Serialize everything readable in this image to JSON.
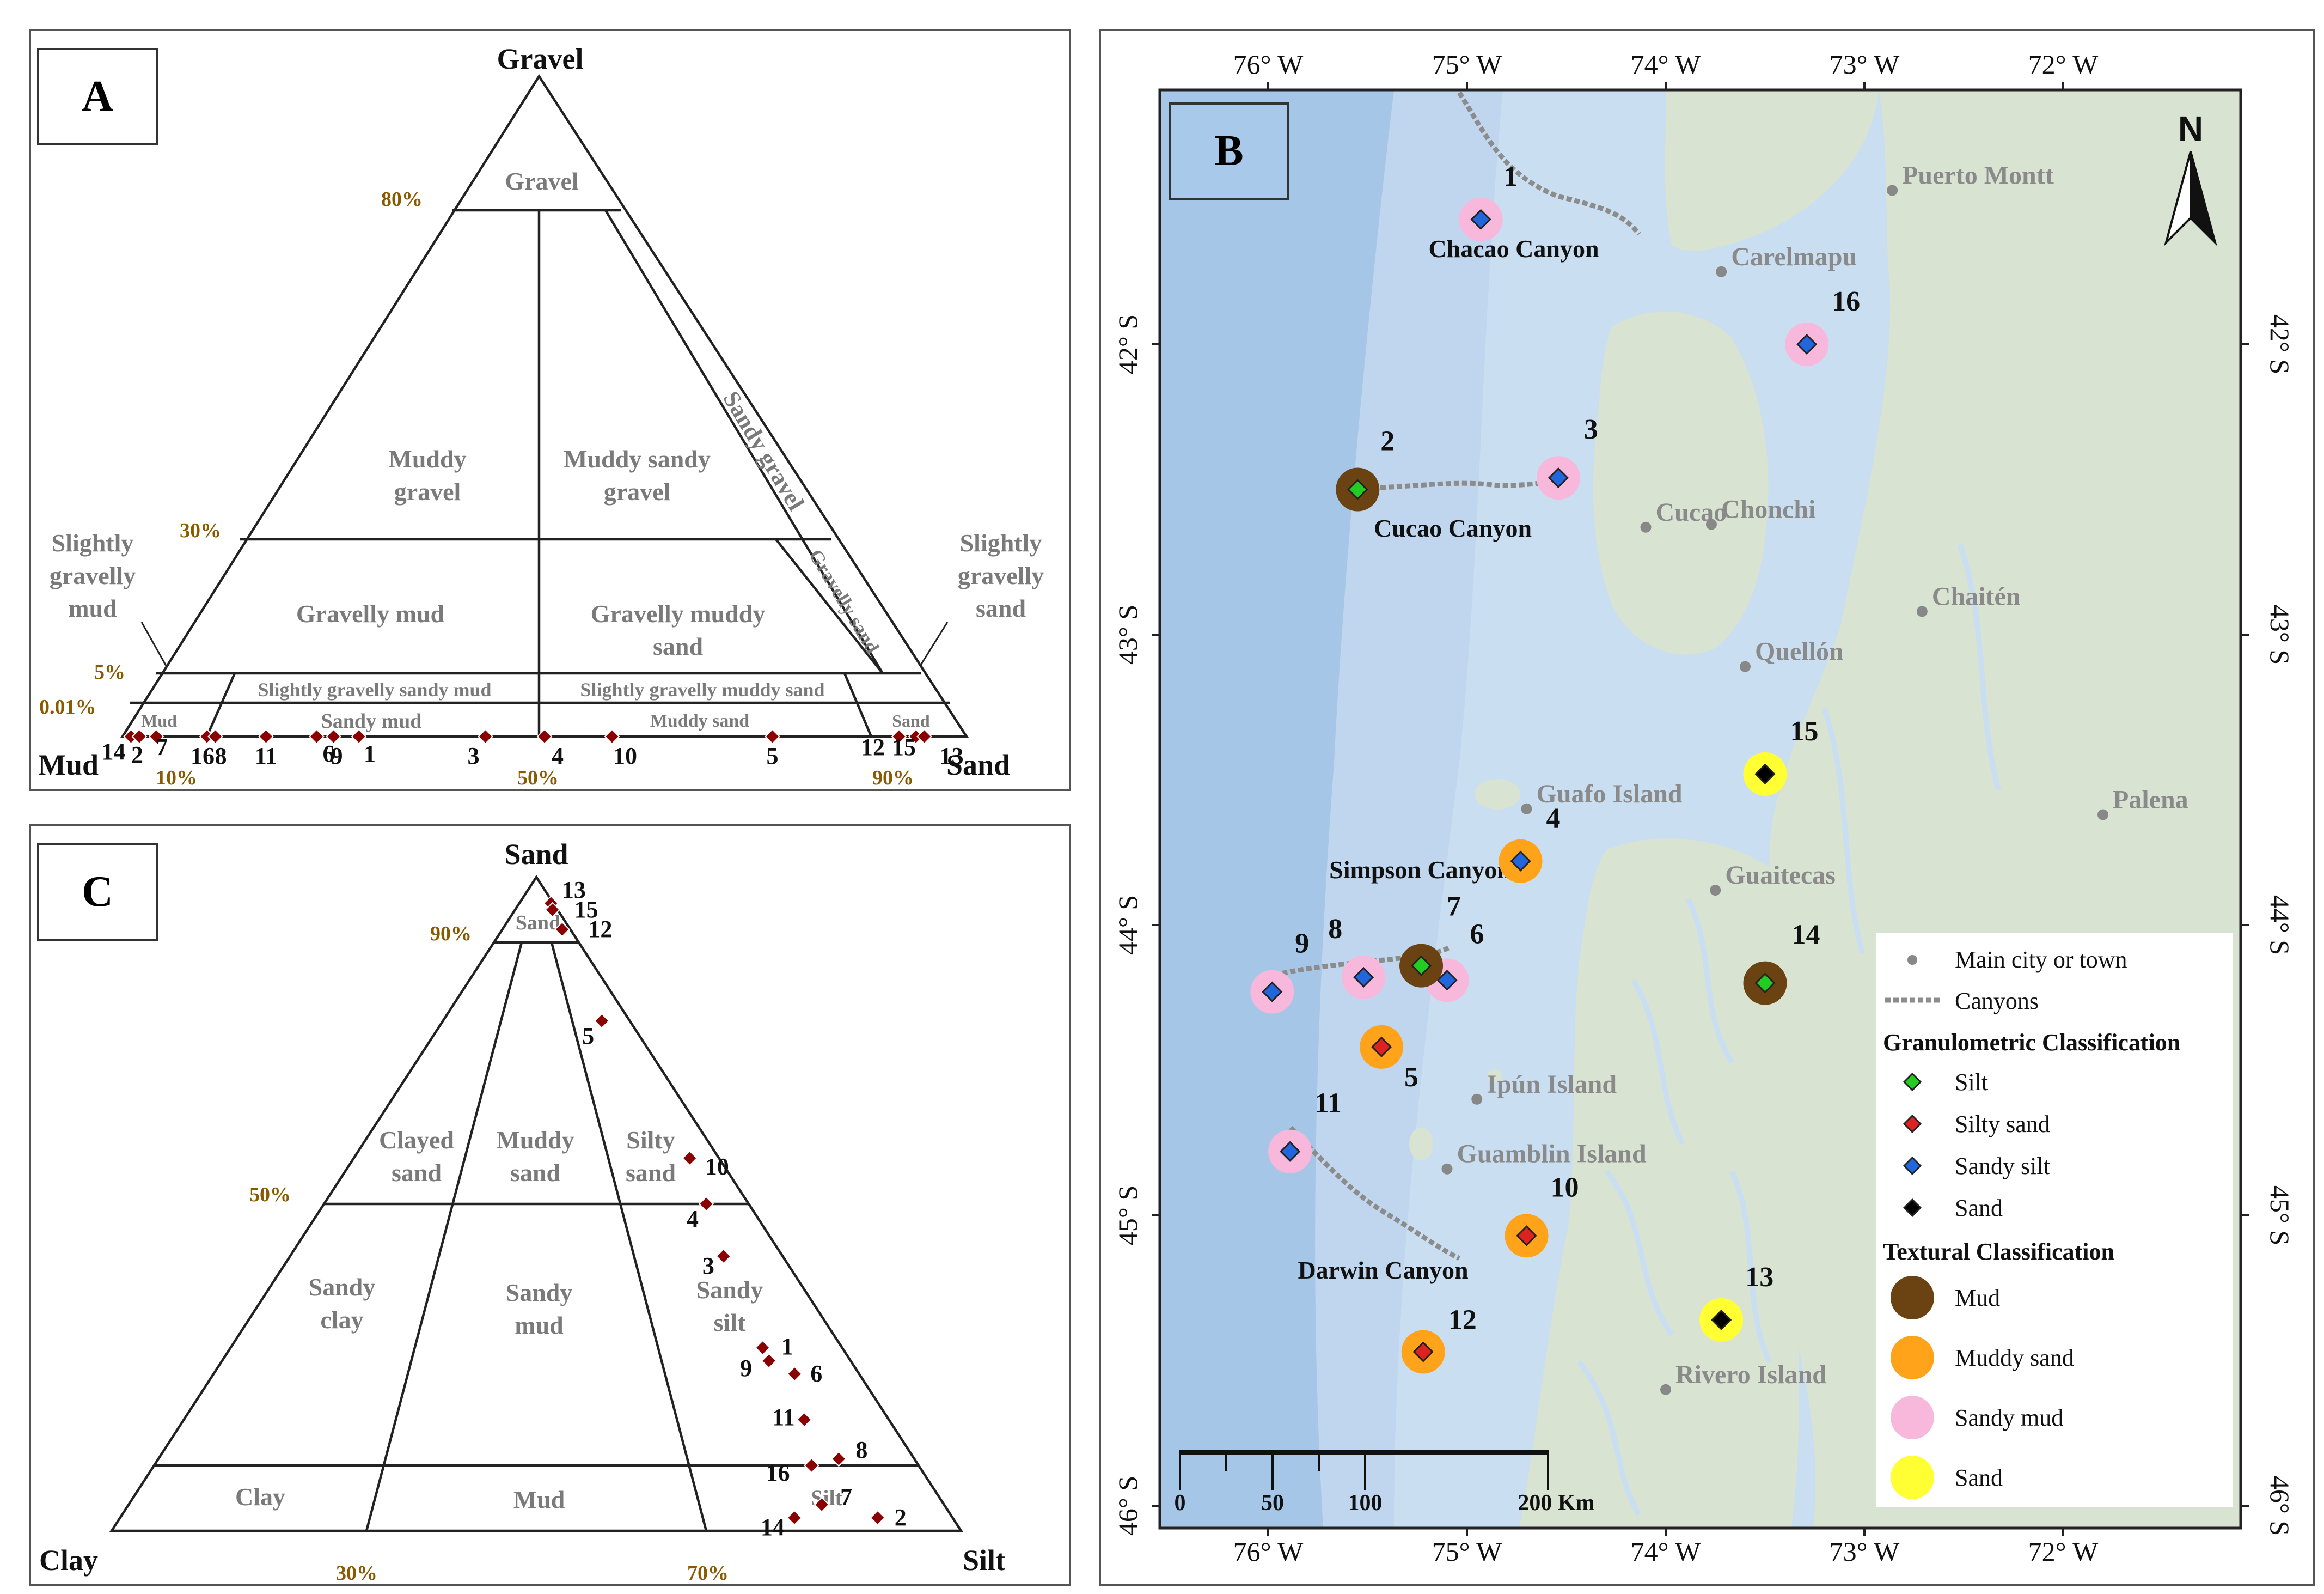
{
  "colors": {
    "marker": "#8b0000",
    "pct": "#8b5a00",
    "field": "#7a7a7a",
    "silt": "#22cc22",
    "silty_sand": "#dd2222",
    "sandy_silt": "#2266dd",
    "sand_marker": "#000000",
    "mud": "#6b4212",
    "muddy_sand": "#ffa31a",
    "sandy_mud": "#f7b8dc",
    "sand_tex": "#ffff33",
    "sea_deep": "#a6c6e8",
    "sea_shelf": "#c4dcf0",
    "land": "#d9e3d2",
    "city": "#888888",
    "canyon": "#8c8c8c"
  },
  "panelA": {
    "label": "A",
    "vertices": {
      "top": "Gravel",
      "left": "Mud",
      "right": "Sand"
    },
    "pct": {
      "p80": "80%",
      "p30": "30%",
      "p5": "5%",
      "p001": "0.01%",
      "p10": "10%",
      "p50": "50%",
      "p90": "90%"
    },
    "fields": {
      "gravel": "Gravel",
      "muddy_gravel_1": "Muddy",
      "muddy_gravel_2": "gravel",
      "muddy_sandy_gravel_1": "Muddy sandy",
      "muddy_sandy_gravel_2": "gravel",
      "sandy_gravel": "Sandy gravel",
      "gravelly_sand": "Gravelly sand",
      "gravelly_mud": "Gravelly mud",
      "gravelly_muddy_sand_1": "Gravelly muddy",
      "gravelly_muddy_sand_2": "sand",
      "slightly_gravelly_sandy_mud": "Slightly gravelly sandy mud",
      "slightly_gravelly_muddy_sand": "Slightly gravelly muddy sand",
      "mud": "Mud",
      "sandy_mud": "Sandy mud",
      "muddy_sand": "Muddy sand",
      "sand": "Sand",
      "sgm_1": "Slightly",
      "sgm_2": "gravelly",
      "sgm_3": "mud",
      "sgs_1": "Slightly",
      "sgs_2": "gravelly",
      "sgs_3": "sand"
    },
    "samples": [
      {
        "id": "14",
        "sand_pct": 1
      },
      {
        "id": "2",
        "sand_pct": 2
      },
      {
        "id": "7",
        "sand_pct": 4
      },
      {
        "id": "16",
        "sand_pct": 10
      },
      {
        "id": "8",
        "sand_pct": 11
      },
      {
        "id": "11",
        "sand_pct": 17
      },
      {
        "id": "6",
        "sand_pct": 23
      },
      {
        "id": "9",
        "sand_pct": 25
      },
      {
        "id": "1",
        "sand_pct": 28
      },
      {
        "id": "3",
        "sand_pct": 43
      },
      {
        "id": "4",
        "sand_pct": 50
      },
      {
        "id": "10",
        "sand_pct": 58
      },
      {
        "id": "5",
        "sand_pct": 77
      },
      {
        "id": "12",
        "sand_pct": 92
      },
      {
        "id": "15",
        "sand_pct": 94
      },
      {
        "id": "13",
        "sand_pct": 95
      }
    ]
  },
  "panelC": {
    "label": "C",
    "vertices": {
      "top": "Sand",
      "left": "Clay",
      "right": "Silt"
    },
    "pct": {
      "p90": "90%",
      "p50": "50%",
      "p30": "30%",
      "p70": "70%"
    },
    "fields": {
      "sand": "Sand",
      "clayed_sand_1": "Clayed",
      "clayed_sand_2": "sand",
      "muddy_sand_1": "Muddy",
      "muddy_sand_2": "sand",
      "silty_sand_1": "Silty",
      "silty_sand_2": "sand",
      "sandy_clay_1": "Sandy",
      "sandy_clay_2": "clay",
      "sandy_mud_1": "Sandy",
      "sandy_mud_2": "mud",
      "sandy_silt_1": "Sandy",
      "sandy_silt_2": "silt",
      "clay": "Clay",
      "mud": "Mud",
      "silt": "Silt"
    },
    "samples": [
      {
        "id": "13",
        "sand": 96,
        "silt_frac": 0.93
      },
      {
        "id": "15",
        "sand": 95,
        "silt_frac": 0.88
      },
      {
        "id": "12",
        "sand": 92,
        "silt_frac": 0.88
      },
      {
        "id": "5",
        "sand": 78,
        "silt_frac": 0.85
      },
      {
        "id": "10",
        "sand": 57,
        "silt_frac": 0.92
      },
      {
        "id": "4",
        "sand": 50,
        "silt_frac": 0.9
      },
      {
        "id": "3",
        "sand": 42,
        "silt_frac": 0.88
      },
      {
        "id": "1",
        "sand": 28,
        "silt_frac": 0.87
      },
      {
        "id": "9",
        "sand": 26,
        "silt_frac": 0.87
      },
      {
        "id": "6",
        "sand": 24,
        "silt_frac": 0.9
      },
      {
        "id": "11",
        "sand": 17,
        "silt_frac": 0.88
      },
      {
        "id": "8",
        "sand": 11,
        "silt_frac": 0.9
      },
      {
        "id": "16",
        "sand": 10,
        "silt_frac": 0.86
      },
      {
        "id": "7",
        "sand": 4,
        "silt_frac": 0.85
      },
      {
        "id": "14",
        "sand": 2,
        "silt_frac": 0.81
      },
      {
        "id": "2",
        "sand": 2,
        "silt_frac": 0.91
      }
    ]
  },
  "panelB": {
    "label": "B",
    "north": "N",
    "lon_ticks": [
      "76° W",
      "75° W",
      "74° W",
      "73° W",
      "72° W"
    ],
    "lat_ticks": [
      "42° S",
      "43° S",
      "44° S",
      "45° S",
      "46° S"
    ],
    "scale": {
      "labels": [
        "0",
        "50",
        "100",
        "200 Km"
      ]
    },
    "places": [
      {
        "name": "Puerto Montt",
        "lon": -72.86,
        "lat": -41.47
      },
      {
        "name": "Carelmapu",
        "lon": -73.72,
        "lat": -41.75
      },
      {
        "name": "Cucao",
        "lon": -74.1,
        "lat": -42.63
      },
      {
        "name": "Chonchi",
        "lon": -73.77,
        "lat": -42.62
      },
      {
        "name": "Chaitén",
        "lon": -72.71,
        "lat": -42.92
      },
      {
        "name": "Quellón",
        "lon": -73.6,
        "lat": -43.11
      },
      {
        "name": "Palena",
        "lon": -71.8,
        "lat": -43.62
      },
      {
        "name": "Guafo Island",
        "lon": -74.7,
        "lat": -43.6
      },
      {
        "name": "Guaitecas",
        "lon": -73.75,
        "lat": -43.88
      },
      {
        "name": "Ipún Island",
        "lon": -74.95,
        "lat": -44.6
      },
      {
        "name": "Guamblin Island",
        "lon": -75.1,
        "lat": -44.84
      },
      {
        "name": "Rivero Island",
        "lon": -74.0,
        "lat": -45.6
      }
    ],
    "canyon_labels": [
      "Chacao Canyon",
      "Cucao Canyon",
      "Simpson Canyon",
      "Darwin Canyon"
    ],
    "stations": [
      {
        "id": "1",
        "lon": -74.93,
        "lat": -41.57,
        "gran": "sandy_silt",
        "tex": "sandy_mud"
      },
      {
        "id": "2",
        "lon": -75.55,
        "lat": -42.5,
        "gran": "silt",
        "tex": "mud"
      },
      {
        "id": "3",
        "lon": -74.54,
        "lat": -42.46,
        "gran": "sandy_silt",
        "tex": "sandy_mud"
      },
      {
        "id": "4",
        "lon": -74.73,
        "lat": -43.78,
        "gran": "sandy_silt",
        "tex": "muddy_sand"
      },
      {
        "id": "5",
        "lon": -75.43,
        "lat": -44.42,
        "gran": "silty_sand",
        "tex": "muddy_sand"
      },
      {
        "id": "6",
        "lon": -75.1,
        "lat": -44.19,
        "gran": "sandy_silt",
        "tex": "sandy_mud"
      },
      {
        "id": "7",
        "lon": -75.23,
        "lat": -44.14,
        "gran": "silt",
        "tex": "mud"
      },
      {
        "id": "8",
        "lon": -75.52,
        "lat": -44.18,
        "gran": "sandy_silt",
        "tex": "sandy_mud"
      },
      {
        "id": "9",
        "lon": -75.98,
        "lat": -44.23,
        "gran": "sandy_silt",
        "tex": "sandy_mud"
      },
      {
        "id": "10",
        "lon": -74.7,
        "lat": -45.07,
        "gran": "silty_sand",
        "tex": "muddy_sand"
      },
      {
        "id": "11",
        "lon": -75.89,
        "lat": -44.78,
        "gran": "sandy_silt",
        "tex": "sandy_mud"
      },
      {
        "id": "12",
        "lon": -75.22,
        "lat": -45.47,
        "gran": "silty_sand",
        "tex": "muddy_sand"
      },
      {
        "id": "13",
        "lon": -73.72,
        "lat": -45.36,
        "gran": "sand",
        "tex": "sand"
      },
      {
        "id": "14",
        "lon": -73.5,
        "lat": -44.2,
        "gran": "silt",
        "tex": "mud"
      },
      {
        "id": "15",
        "lon": -73.5,
        "lat": -43.48,
        "gran": "sand",
        "tex": "sand"
      },
      {
        "id": "16",
        "lon": -73.29,
        "lat": -42.0,
        "gran": "sandy_silt",
        "tex": "sandy_mud"
      }
    ],
    "legend": {
      "city": "Main city or town",
      "canyons": "Canyons",
      "gran_title": "Granulometric Classification",
      "silt": "Silt",
      "silty_sand": "Silty sand",
      "sandy_silt": "Sandy silt",
      "sand": "Sand",
      "tex_title": "Textural Classification",
      "mud": "Mud",
      "muddy_sand": "Muddy sand",
      "sandy_mud": "Sandy mud",
      "sand_tex": "Sand"
    }
  }
}
